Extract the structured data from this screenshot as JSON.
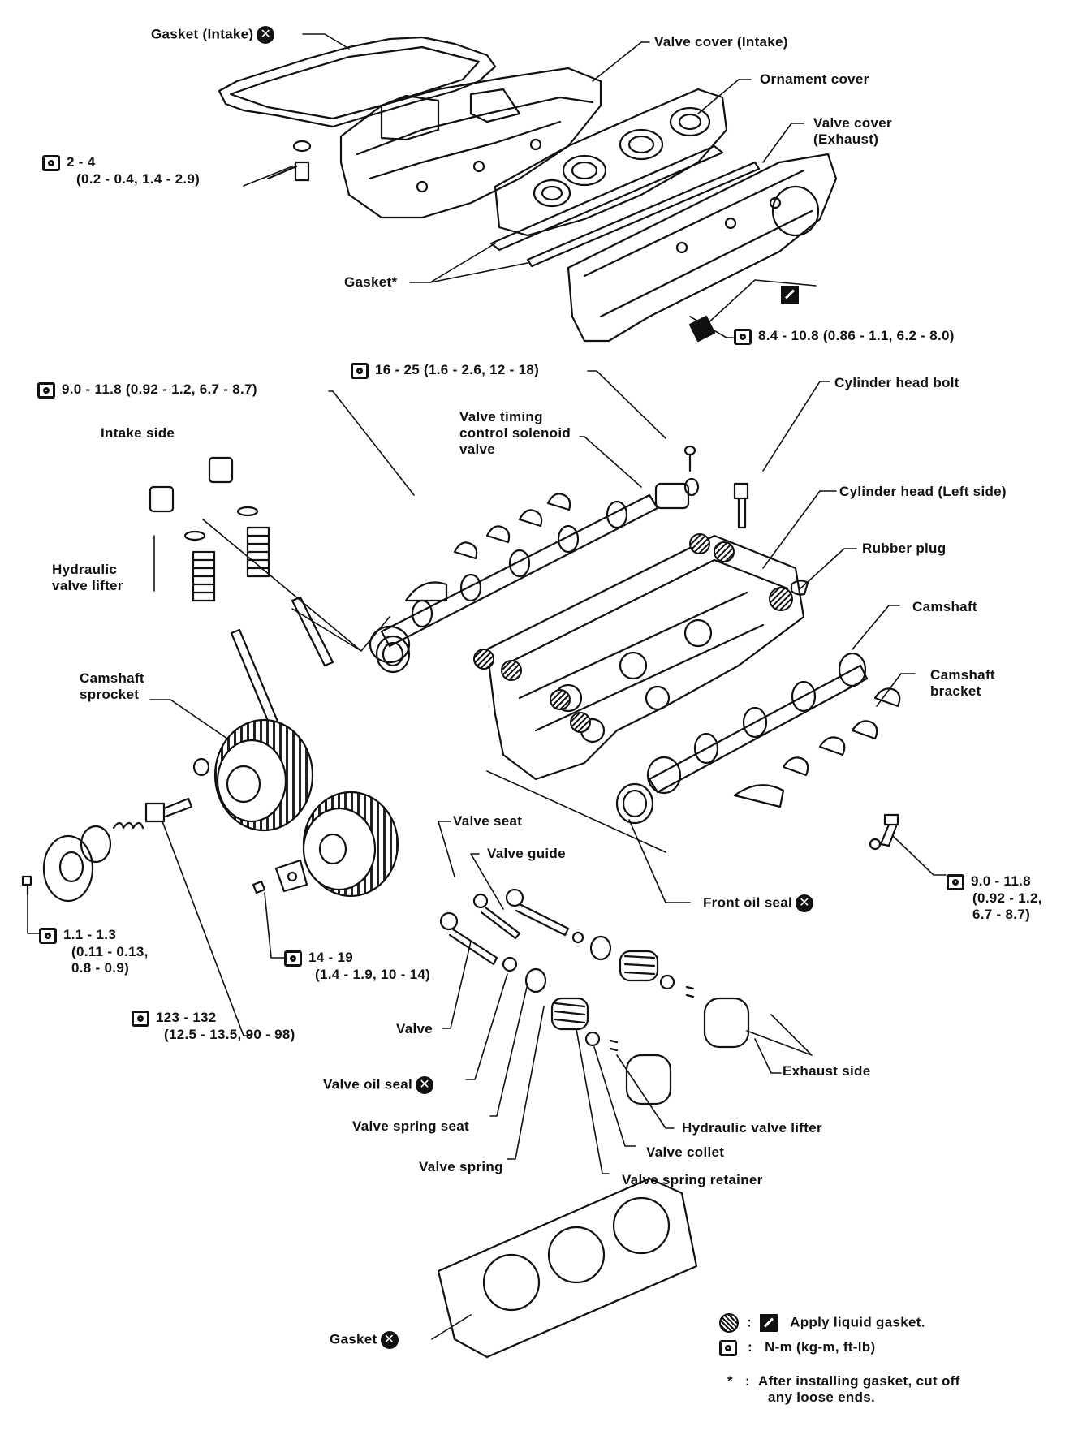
{
  "labels": {
    "gasket_intake": "Gasket (Intake)",
    "valve_cover_intake": "Valve cover (Intake)",
    "ornament_cover": "Ornament cover",
    "valve_cover_exhaust_1": "Valve cover",
    "valve_cover_exhaust_2": "(Exhaust)",
    "gasket_star": "Gasket*",
    "cylinder_head_bolt": "Cylinder head bolt",
    "valve_timing_1": "Valve timing",
    "valve_timing_2": "control solenoid",
    "valve_timing_3": "valve",
    "cylinder_head_left": "Cylinder head (Left side)",
    "intake_side": "Intake side",
    "rubber_plug": "Rubber plug",
    "camshaft_right": "Camshaft",
    "hydraulic_lifter_1": "Hydraulic",
    "hydraulic_lifter_2": "valve lifter",
    "camshaft_bracket_1": "Camshaft",
    "camshaft_bracket_2": "bracket",
    "camshaft_sprocket_1": "Camshaft",
    "camshaft_sprocket_2": "sprocket",
    "valve_seat": "Valve seat",
    "valve_guide": "Valve guide",
    "front_oil_seal": "Front oil seal",
    "valve": "Valve",
    "valve_oil_seal": "Valve  oil seal",
    "valve_spring_seat": "Valve spring seat",
    "valve_spring": "Valve spring",
    "exhaust_side": "Exhaust side",
    "hydraulic_valve_lifter": "Hydraulic valve lifter",
    "valve_collet": "Valve collet",
    "valve_spring_retainer": "Valve spring retainer",
    "gasket_bottom": "Gasket"
  },
  "torques": {
    "t1_line1": "2 - 4",
    "t1_line2": "(0.2 - 0.4, 1.4 - 2.9)",
    "t2": "8.4 - 10.8 (0.86 - 1.1, 6.2 - 8.0)",
    "t3": "16 - 25 (1.6 - 2.6, 12 - 18)",
    "t4": "9.0 - 11.8 (0.92 - 1.2, 6.7 - 8.7)",
    "t5_line1": "9.0 - 11.8",
    "t5_line2": "(0.92 - 1.2,",
    "t5_line3": "6.7 - 8.7)",
    "t6_line1": "1.1 - 1.3",
    "t6_line2": "(0.11 - 0.13,",
    "t6_line3": "0.8 - 0.9)",
    "t7_line1": "14 - 19",
    "t7_line2": "(1.4 - 1.9, 10 - 14)",
    "t8_line1": "123 - 132",
    "t8_line2": "(12.5 - 13.5, 90 - 98)"
  },
  "legend": {
    "liquid_gasket": "Apply liquid gasket.",
    "torque_units": "N-m (kg-m, ft-lb)",
    "asterisk": "*",
    "note_1": "After installing gasket, cut off",
    "note_2": "any loose ends.",
    "colon": ":"
  },
  "icons": {
    "do_not_reuse": "x-circle-icon",
    "torque": "torque-wrench-icon",
    "liquid_gasket": "hatched-circle-icon"
  }
}
